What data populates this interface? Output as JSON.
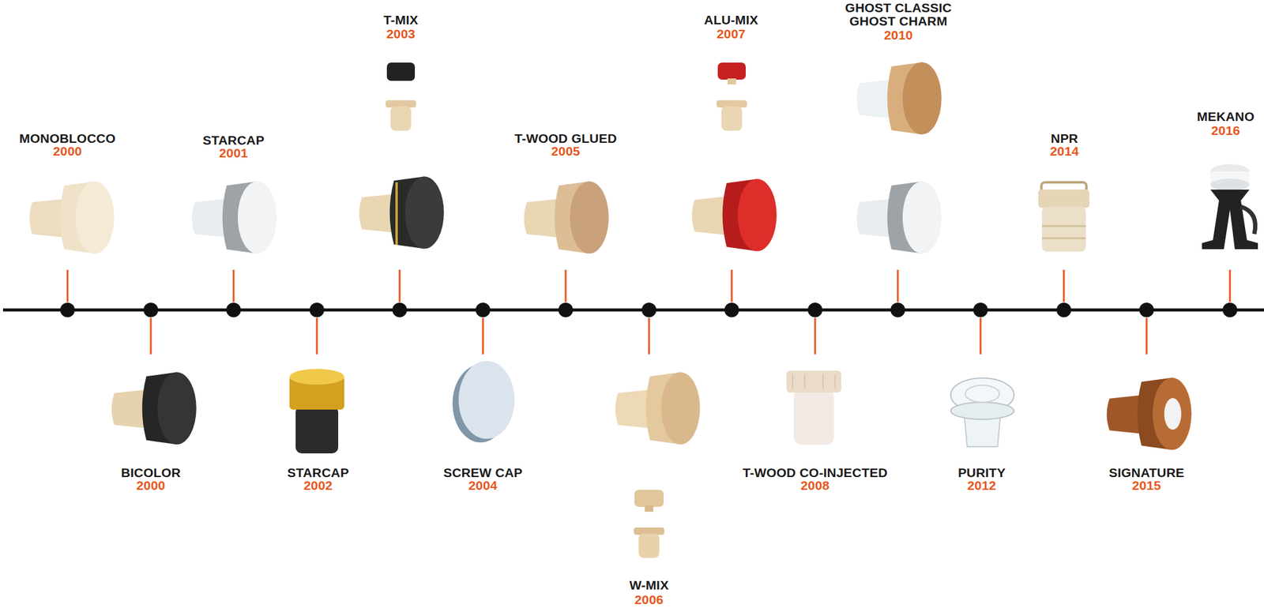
{
  "diagram": {
    "labels": [
      "MONOBLOCCO",
      "2000",
      "BICOLOR",
      "2000",
      "STARCAP",
      "2001",
      "STARCAP",
      "2002",
      "T-MIX",
      "2003",
      "SCREW CAP",
      "2004",
      "T-WOOD GLUED",
      "2005",
      "W-MIX",
      "2006",
      "ALU-MIX",
      "2007",
      "T-WOOD CO-INJECTED",
      "2008",
      "GHOST CLASSIC GHOST CHARM",
      "2010",
      "PURITY",
      "2012",
      "NPR",
      "2014",
      "SIGNATURE",
      "2015",
      "MEKANO",
      "2016"
    ]
  }
}
